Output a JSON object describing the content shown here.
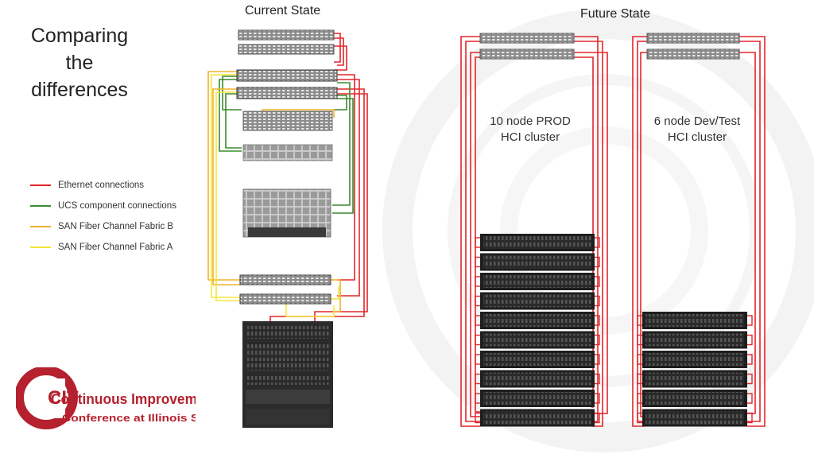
{
  "slide": {
    "title": "Comparing the differences",
    "current_state_label": "Current State",
    "future_state_label": "Future State"
  },
  "legend": [
    {
      "label": "Ethernet connections",
      "color": "#e3262b"
    },
    {
      "label": "UCS component connections",
      "color": "#3a8a2e"
    },
    {
      "label": "SAN Fiber Channel Fabric B",
      "color": "#f0b429"
    },
    {
      "label": "SAN Fiber Channel Fabric A",
      "color": "#f5e63b"
    }
  ],
  "clusters": [
    {
      "line1": "10 node PROD",
      "line2": "HCI cluster",
      "nodes": 10
    },
    {
      "line1": "6 node Dev/Test",
      "line2": "HCI cluster",
      "nodes": 6
    }
  ],
  "logo": {
    "line1": "Continuous Improvement",
    "line2": "Conference at Illinois State"
  }
}
